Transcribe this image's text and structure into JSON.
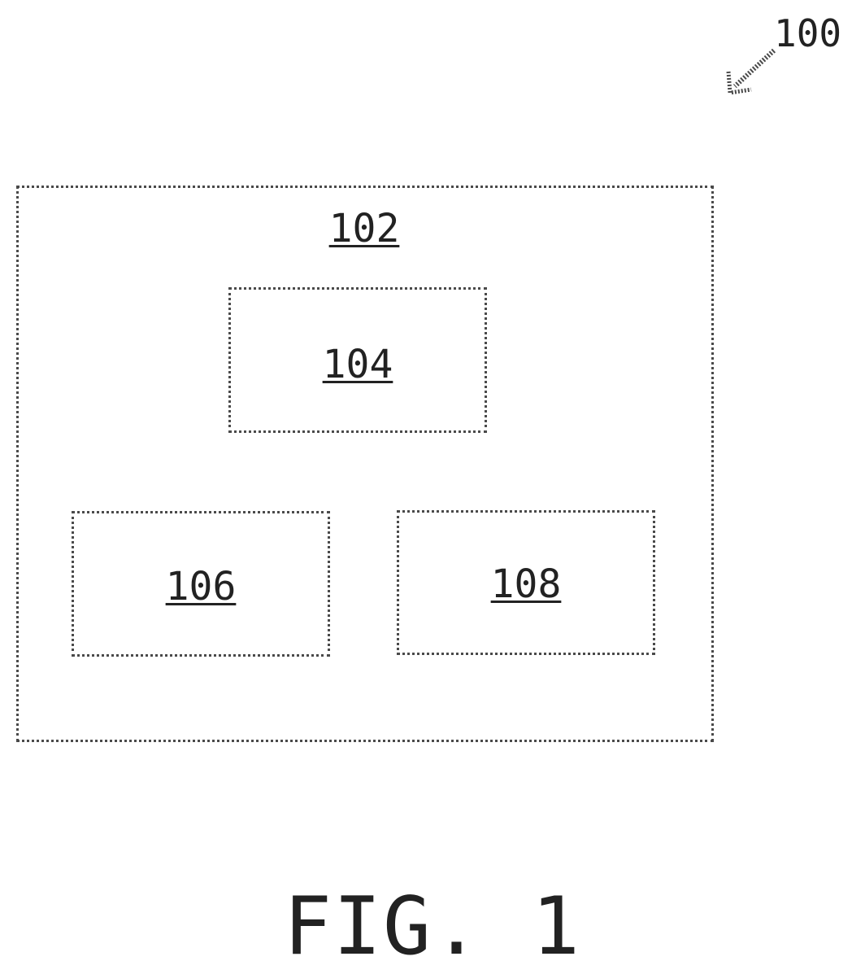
{
  "figure": {
    "caption": "FIG. 1",
    "system_label": "100"
  },
  "components": {
    "outer": {
      "label": "102"
    },
    "top_block": {
      "label": "104"
    },
    "bottom_left_block": {
      "label": "106"
    },
    "bottom_right_block": {
      "label": "108"
    }
  },
  "colors": {
    "line": "#4a4a4a",
    "text": "#222222",
    "background": "#ffffff"
  }
}
